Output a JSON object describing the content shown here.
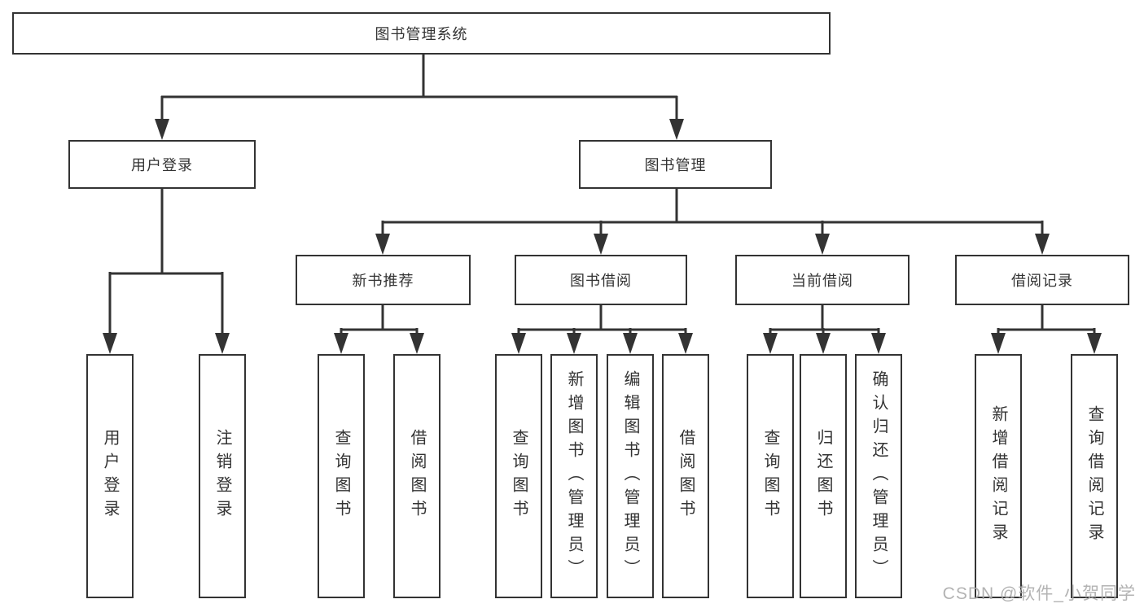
{
  "colors": {
    "line": "#333333",
    "border": "#333333",
    "text": "#333333",
    "watermark": "#ababab",
    "background": "#ffffff"
  },
  "watermark": "CSDN @软件_小贺同学",
  "tree": {
    "label": "图书管理系统",
    "children": [
      {
        "label": "用户登录",
        "children": [
          {
            "label": "用户登录"
          },
          {
            "label": "注销登录"
          }
        ]
      },
      {
        "label": "图书管理",
        "children": [
          {
            "label": "新书推荐",
            "children": [
              {
                "label": "查询图书"
              },
              {
                "label": "借阅图书"
              }
            ]
          },
          {
            "label": "图书借阅",
            "children": [
              {
                "label": "查询图书"
              },
              {
                "label": "新增图书（管理员）"
              },
              {
                "label": "编辑图书（管理员）"
              },
              {
                "label": "借阅图书"
              }
            ]
          },
          {
            "label": "当前借阅",
            "children": [
              {
                "label": "查询图书"
              },
              {
                "label": "归还图书"
              },
              {
                "label": "确认归还（管理员）"
              }
            ]
          },
          {
            "label": "借阅记录",
            "children": [
              {
                "label": "新增借阅记录"
              },
              {
                "label": "查询借阅记录"
              }
            ]
          }
        ]
      }
    ]
  }
}
